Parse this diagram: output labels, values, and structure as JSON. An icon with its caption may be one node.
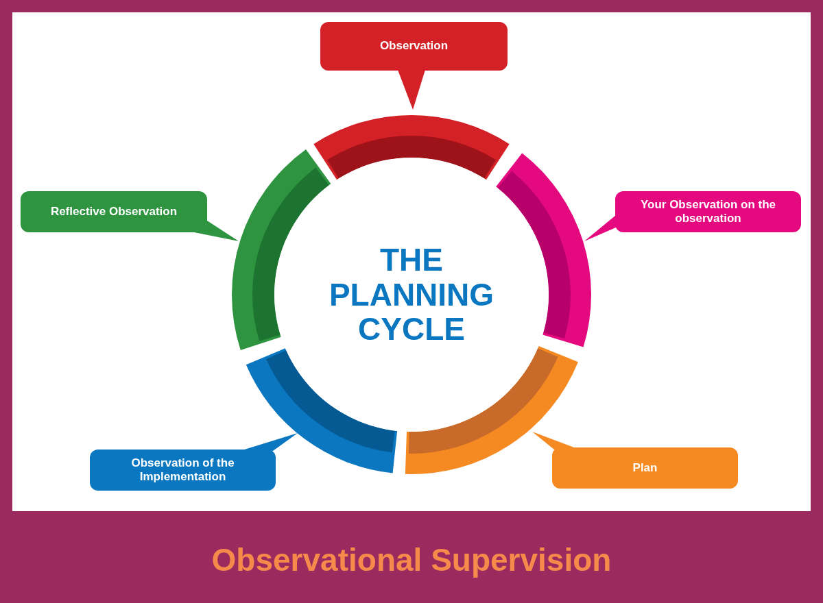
{
  "diagram": {
    "title": "Observational Supervision",
    "nodes": [
      {
        "text": [
          "Observation"
        ]
      },
      {
        "text": [
          "Reflective Observation"
        ]
      },
      {
        "text": [
          "Your Observation on the observation"
        ]
      },
      {
        "text": [
          "THE PLANNING CYCLE"
        ]
      },
      {
        "text": [
          "Observation of the Implementation"
        ]
      },
      {
        "text": [
          "Plan"
        ]
      }
    ]
  }
}
